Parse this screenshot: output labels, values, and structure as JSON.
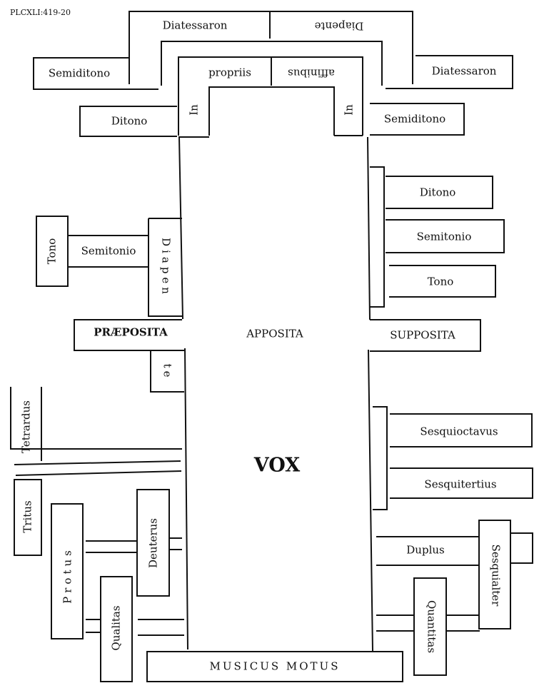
{
  "plate_ref": "PLCXLI:419-20",
  "title": "VOX",
  "base": "MUSICUS MOTUS",
  "center_row": {
    "left": "PRÆPOSITA",
    "middle": "APPOSITA",
    "right": "SUPPOSITA"
  },
  "top": {
    "diatessaron_left": "Diatessaron",
    "diapente_upside_down": "Diapente",
    "semiditono_left": "Semiditono",
    "diatessaron_right": "Diatessaron",
    "propriis": "propriis",
    "affinibus_upside_down": "affinibus",
    "in_left": "In",
    "in_right": "In",
    "ditono_left": "Ditono",
    "semiditono_right": "Semiditono"
  },
  "upper_right": [
    "Ditono",
    "Semitonio",
    "Tono"
  ],
  "upper_left": {
    "tono": "Tono",
    "semitonio": "Semitonio",
    "diapen": "Diapen",
    "te": "te"
  },
  "lower_left": {
    "tetrardus": "Tetrardus",
    "tritus": "Tritus",
    "protus": "Protus",
    "deuterus": "Deuterus",
    "qualitas": "Qualitas"
  },
  "lower_right": {
    "sesquioctavus": "Sesquioctavus",
    "sesquitertius": "Sesquitertius",
    "duplus": "Duplus",
    "sesquialter": "Sesquialter",
    "quantitas": "Quantitas"
  }
}
